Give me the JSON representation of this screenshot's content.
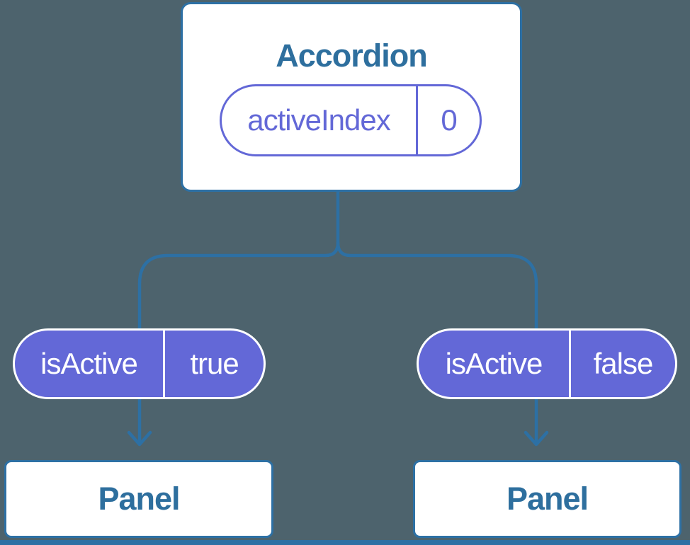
{
  "colors": {
    "background": "#4d636d",
    "line": "#2d70a4",
    "heading_text": "#2e6f9e",
    "purple": "#6368d7",
    "node_bg": "#ffffff",
    "pill_text": "#ffffff"
  },
  "root": {
    "title": "Accordion",
    "prop": {
      "name": "activeIndex",
      "value": "0"
    }
  },
  "children": [
    {
      "prop": {
        "name": "isActive",
        "value": "true"
      },
      "node": "Panel"
    },
    {
      "prop": {
        "name": "isActive",
        "value": "false"
      },
      "node": "Panel"
    }
  ]
}
